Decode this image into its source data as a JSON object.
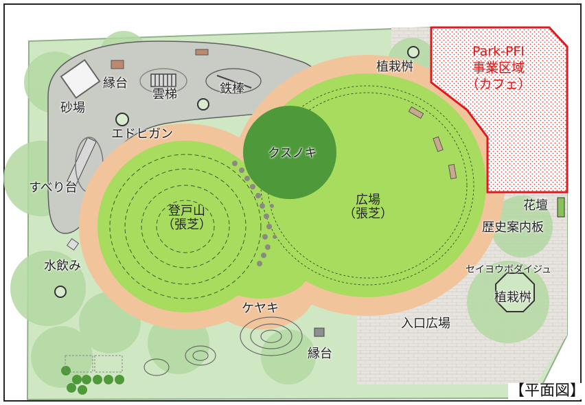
{
  "title": "【平面図】",
  "business_zone": {
    "line1": "Park-PFI",
    "line2": "事業区域",
    "line3": "（カフェ）",
    "color": "#e0191e"
  },
  "labels": {
    "sandbox": "砂場",
    "bench_nw": "縁台",
    "monkey_bars": "雲梯",
    "iron_bar": "鉄棒",
    "edohigan": "エドヒガン",
    "slide": "すべり台",
    "kusunoki": "クスノキ",
    "planter_n": "植栽桝",
    "hiroba_name": "広場",
    "hiroba_sub": "（張芝）",
    "tozan_name": "登戸山",
    "tozan_sub": "（張芝）",
    "flower_bed": "花壇",
    "history_board": "歴史案内板",
    "drinking_fountain": "水飲み",
    "seiyou_bodaiju": "セイヨウボダイジュ",
    "planter_e": "植栽桝",
    "keyaki": "ケヤキ",
    "entrance_plaza": "入口広場",
    "bench_s": "縁台"
  },
  "colors": {
    "lawn": "#9ed957",
    "path": "#f2c49c",
    "kusunoki": "#4e9a3a",
    "playground": "#c9cbc5",
    "paving": "#e6e3de",
    "planting": "#b6dcaa"
  }
}
